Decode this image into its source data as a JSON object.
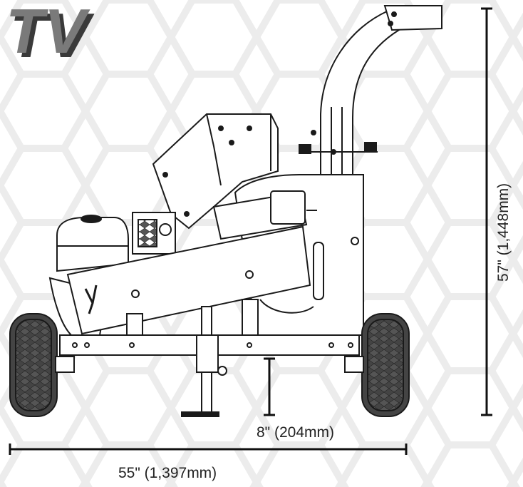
{
  "logo": {
    "text": "TV",
    "fill": "#7a7a7a",
    "shadow": "#3a3a3a"
  },
  "dimensions": {
    "height": "57\" (1,448mm)",
    "width": "55\" (1,397mm)",
    "ground_clearance": "8\" (204mm)"
  },
  "colors": {
    "line": "#1a1a1a",
    "hex_pattern": "#ececec",
    "tire": "#444444"
  }
}
